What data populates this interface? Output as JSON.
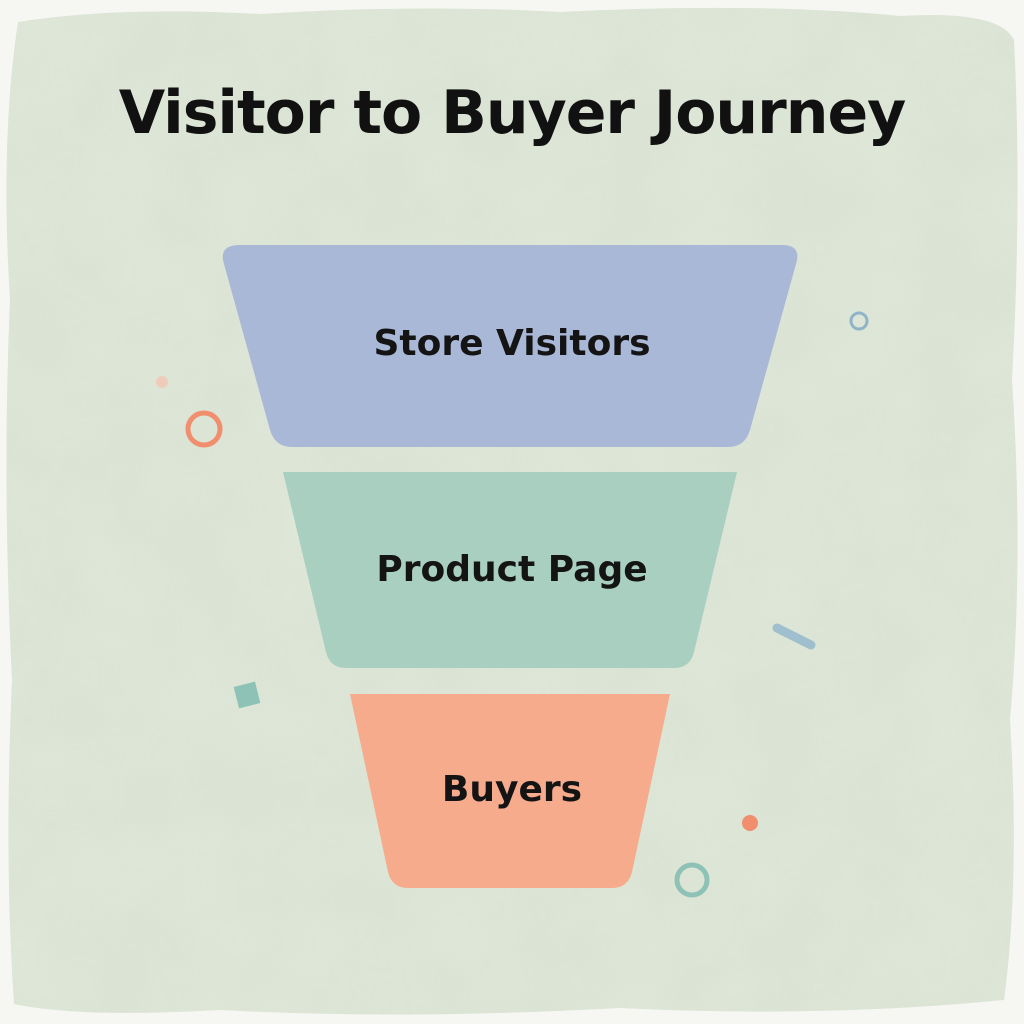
{
  "title": "Visitor to Buyer Journey",
  "funnel": {
    "stages": [
      {
        "label": "Store Visitors",
        "color": "#aab8d8"
      },
      {
        "label": "Product Page",
        "color": "#a8cfc0"
      },
      {
        "label": "Buyers",
        "color": "#f6ab8d"
      }
    ]
  },
  "colors": {
    "background": "#dfe8d8",
    "text": "#111111",
    "accent_orange": "#f08e6e",
    "accent_teal": "#8fc2b6",
    "accent_blue": "#8fb4c8"
  }
}
